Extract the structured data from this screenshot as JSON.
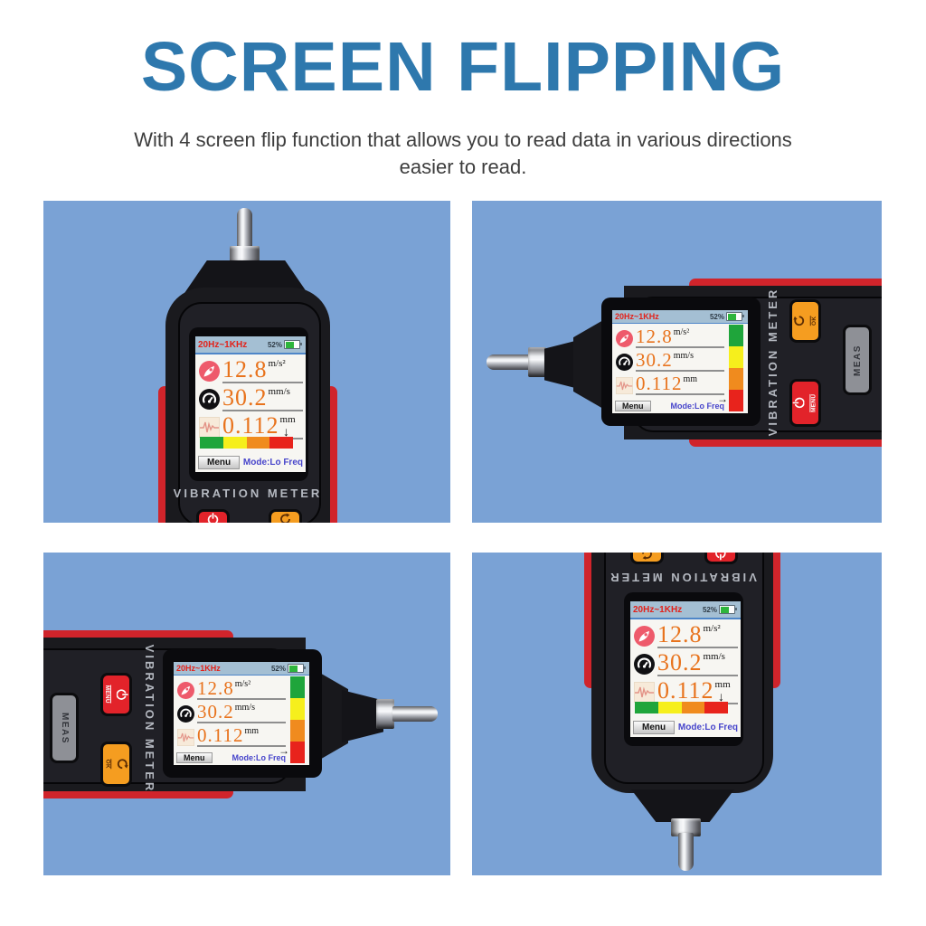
{
  "header": {
    "title": "SCREEN FLIPPING",
    "subtitle_line1": "With 4 screen flip function that allows you to read data in various directions",
    "subtitle_line2": "easier to read."
  },
  "device": {
    "brand_label": "VIBRATION METER",
    "buttons": {
      "menu_label": "MENU",
      "ok_label": "OK",
      "meas_label": "MEAS"
    }
  },
  "screen": {
    "freq_range": "20Hz~1KHz",
    "battery_percent": "52%",
    "readings": [
      {
        "name": "acceleration",
        "value": "12.8",
        "unit": "m/s²"
      },
      {
        "name": "velocity",
        "value": "30.2",
        "unit": "mm/s"
      },
      {
        "name": "displacement",
        "value": "0.112",
        "unit": "mm"
      }
    ],
    "menu_label": "Menu",
    "mode_label": "Mode:Lo Freq",
    "arrow_down": "↓",
    "arrow_right": "→",
    "level_colors": [
      "#1fa53b",
      "#f6ef1c",
      "#f08b1e",
      "#e8231c"
    ]
  },
  "colors": {
    "panel_background": "#7aa2d5",
    "title_blue": "#2e78ad",
    "value_orange": "#e8731d",
    "mode_blue": "#4745cb",
    "freq_red": "#e32119",
    "battery_green": "#2eb53c",
    "device_red_trim": "#d0242b"
  }
}
